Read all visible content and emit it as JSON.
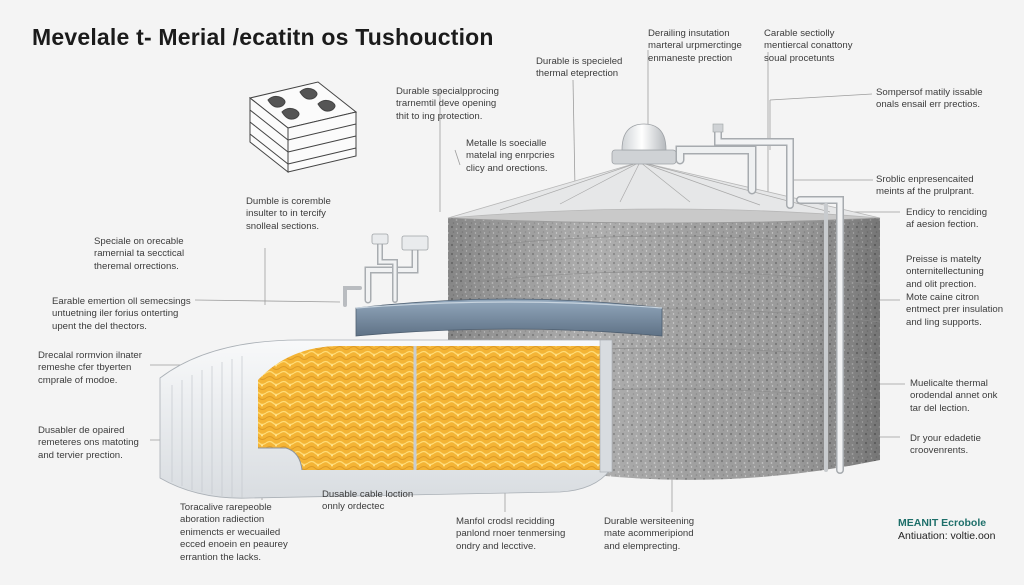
{
  "title": "Mevelale t- Merial /ecatitn os Tushouction",
  "labels": {
    "top_durable_thermal": "Durable is specieled\nthermal eteprection",
    "top_detailing_insulation": "Derailing insutation\nmarteral urpmerctinge\nenmaneste prection",
    "top_durable_sectional": "Carable sectiolly\nmentiercal conattony\nsoual procetunts",
    "top_right_somperscf": "Sompersof matily issable\nonals ensail err prectios.",
    "upper_left_dev_opening": "Durable specialpprocing\ntrarnemtil deve opening\nthit to ing protection.",
    "mid_metalle_specialle": "Metalle ls soecialle\nmatelal ing enrpcries\nclicy and orections.",
    "icon_durable_insulated": "Dumble is coremble\ninsulter to in tercify\nsnolleal sections.",
    "right_stoblic": "Sroblic enpresencaited\nmeints af the prulprant.",
    "right_endicy": "Endicy to renciding\naf aesion fection.",
    "right_preisse": "Preisse is matelty\nonternitellectuning\nand olit prection.",
    "right_mote_caine": "Mote caine citron\nentmect prer insulation\nand ling supports.",
    "left_speciale_orecable": "Speciale on orecable\nramernial ta secctical\ntheremal orrections.",
    "left_earable_emretion": "Earable emertion oll semecsings\nuntuetning iler forius onterting\nupent the del thectors.",
    "left_drecalal_rormvion": "Drecalal rormvion ilnater\nremeshe cfer tbyerten\ncmprale of modoe.",
    "left_dusabler_opalred": "Dusabler de opaired\nremeteres ons matoting\nand tervier prection.",
    "right_mueticalte_thermal": "Muelicalte thermal\norodendal annet onk\ntar del lection.",
    "right_dr_your": "Dr your edadetie\ncroovenrents.",
    "bottom_toracalive": "Toracalive rarepeoble\naboration radiection\nenimencts er wecuailed\necced enoein en peaurey\nerrantion the lacks.",
    "bottom_dusable_cable": "Dusable cable loction\nonnly ordectec",
    "bottom_manfol_crodsl": "Manfol crodsl recidding\npanlond rnoer tenmersing\nondry and lecctive.",
    "bottom_durable_weathering": "Durable wersiteening\nmate acommeripiond\nand elemprecting."
  },
  "brand": {
    "line1": "MEANIT Ecrobole",
    "line2": "Antiuation: voltie.oon"
  },
  "colors": {
    "insulation": "#f2a81c",
    "insulation_light": "#ffd45a",
    "tank_gray": "#9a9a9a",
    "cladding": "#eceff2",
    "pipe": "#d7dadd",
    "leader": "#9d9d9d",
    "brand_accent": "#1e6f6a"
  },
  "icons": [
    "insulation-panel-icon",
    "valve-assembly-icon"
  ]
}
